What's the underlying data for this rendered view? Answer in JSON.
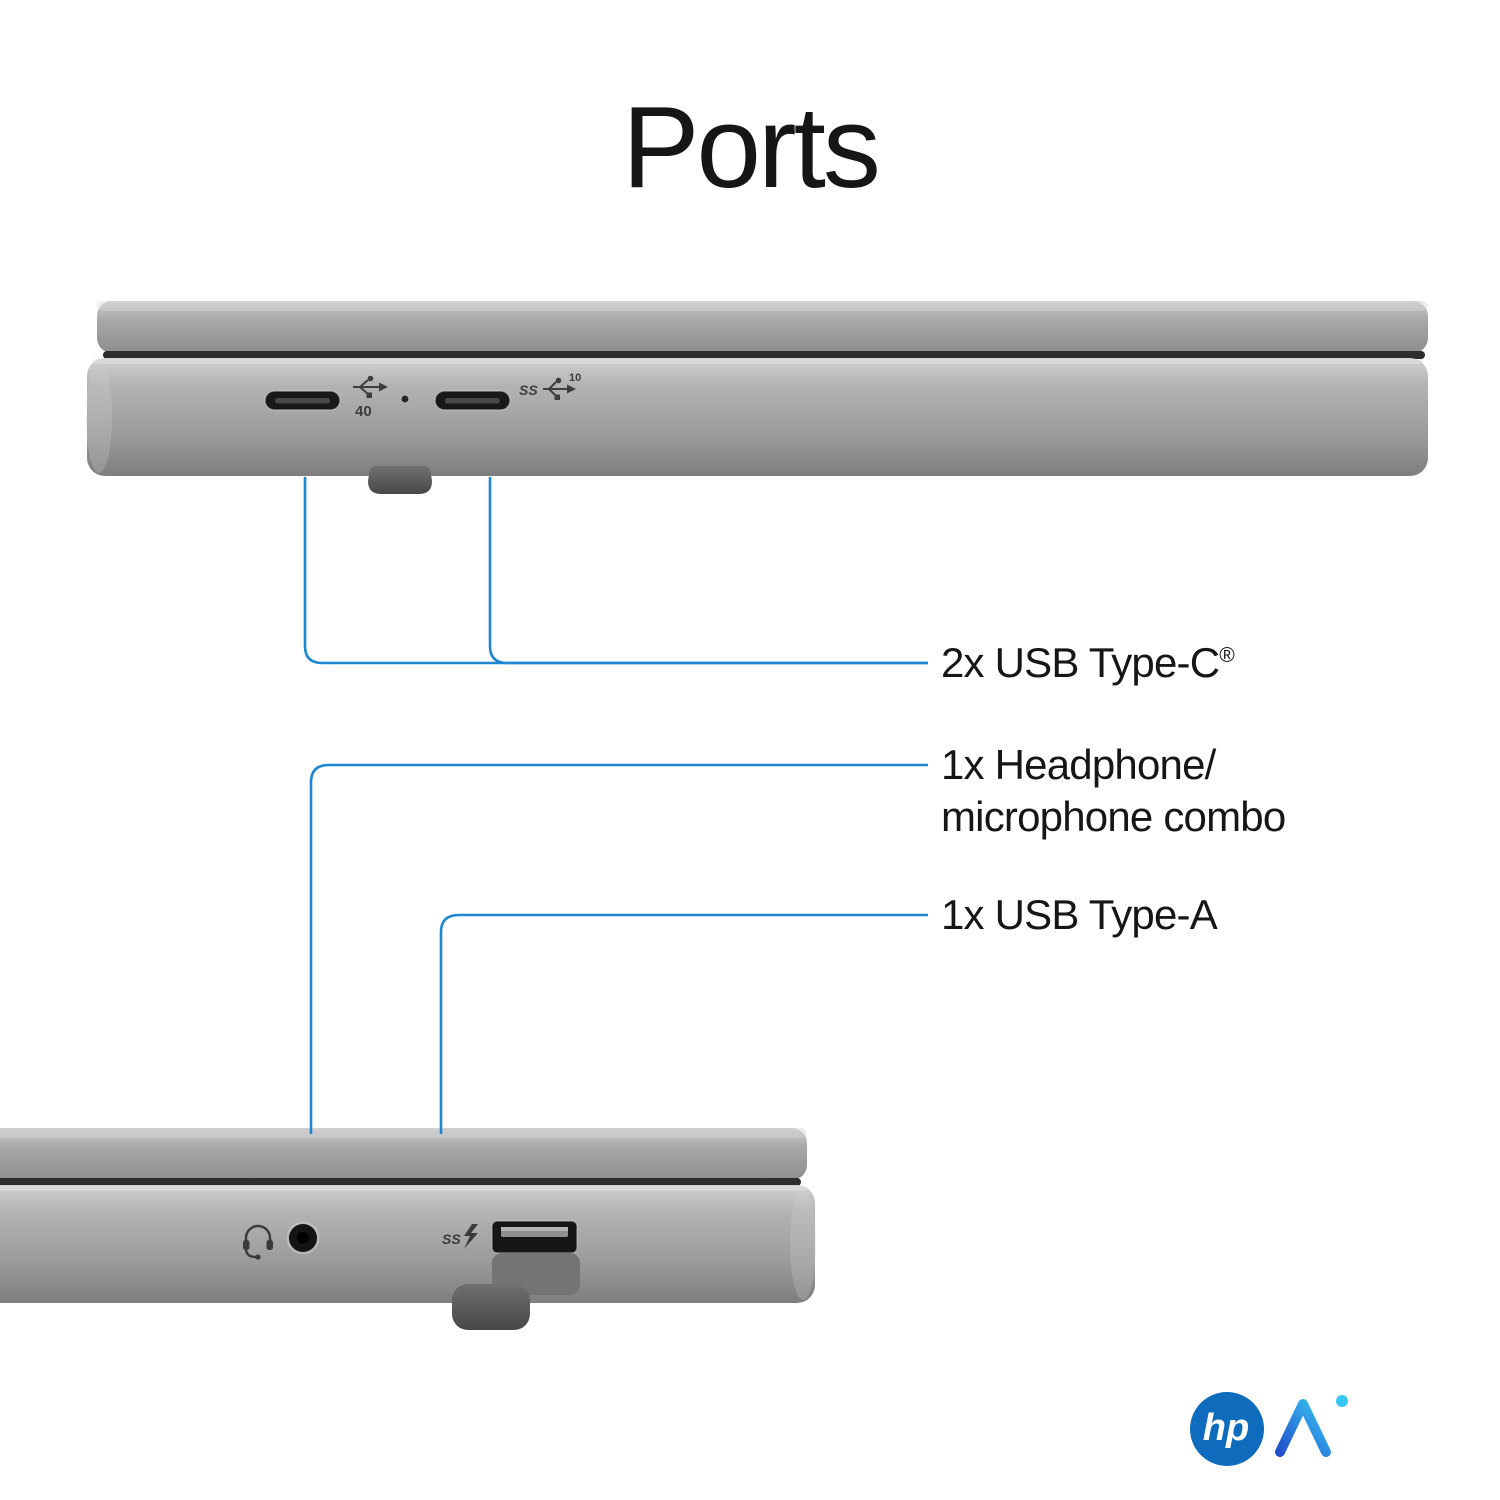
{
  "title": "Ports",
  "callouts": {
    "usb_c": {
      "text": "2x USB Type-C",
      "sup": "®"
    },
    "headphone": {
      "line1": "1x Headphone/",
      "line2": "microphone combo"
    },
    "usb_a": {
      "text": "1x USB Type-A"
    }
  },
  "port_icons": {
    "port1_speed": "40",
    "port2_ss": "SS",
    "port2_speed": "10",
    "usba_ss": "SS",
    "port1_icon": "usb4-40gbps-trident",
    "port2_icon": "usb-superspeed-10-trident",
    "usba_icon": "usb-superspeed-sleep-charge",
    "headset_icon": "headset-with-mic"
  },
  "branding": {
    "hp": "hp",
    "ai": "AI"
  },
  "colors": {
    "callout": "#1f86d2",
    "text": "#161616",
    "hp_blue": "#0f6cbd",
    "ai_gradient_start": "#2150cc",
    "ai_gradient_end": "#38c6f4",
    "laptop_gray": "#a6a6a6",
    "background": "#ffffff"
  }
}
